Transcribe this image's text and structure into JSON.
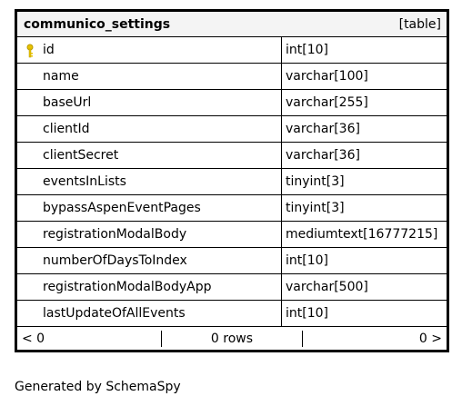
{
  "table": {
    "name": "communico_settings",
    "kind": "[table]",
    "columns": [
      {
        "name": "id",
        "type": "int[10]",
        "primary_key": true
      },
      {
        "name": "name",
        "type": "varchar[100]"
      },
      {
        "name": "baseUrl",
        "type": "varchar[255]"
      },
      {
        "name": "clientId",
        "type": "varchar[36]"
      },
      {
        "name": "clientSecret",
        "type": "varchar[36]"
      },
      {
        "name": "eventsInLists",
        "type": "tinyint[3]"
      },
      {
        "name": "bypassAspenEventPages",
        "type": "tinyint[3]"
      },
      {
        "name": "registrationModalBody",
        "type": "mediumtext[16777215]"
      },
      {
        "name": "numberOfDaysToIndex",
        "type": "int[10]"
      },
      {
        "name": "registrationModalBodyApp",
        "type": "varchar[500]"
      },
      {
        "name": "lastUpdateOfAllEvents",
        "type": "int[10]"
      }
    ],
    "footer": {
      "parents": "< 0",
      "rows": "0 rows",
      "children": "0 >"
    }
  },
  "generator": "Generated by SchemaSpy",
  "colors": {
    "key_icon": "#e8c200",
    "header_background": "#f4f4f4"
  },
  "icons": {
    "primary_key": "key-icon"
  }
}
